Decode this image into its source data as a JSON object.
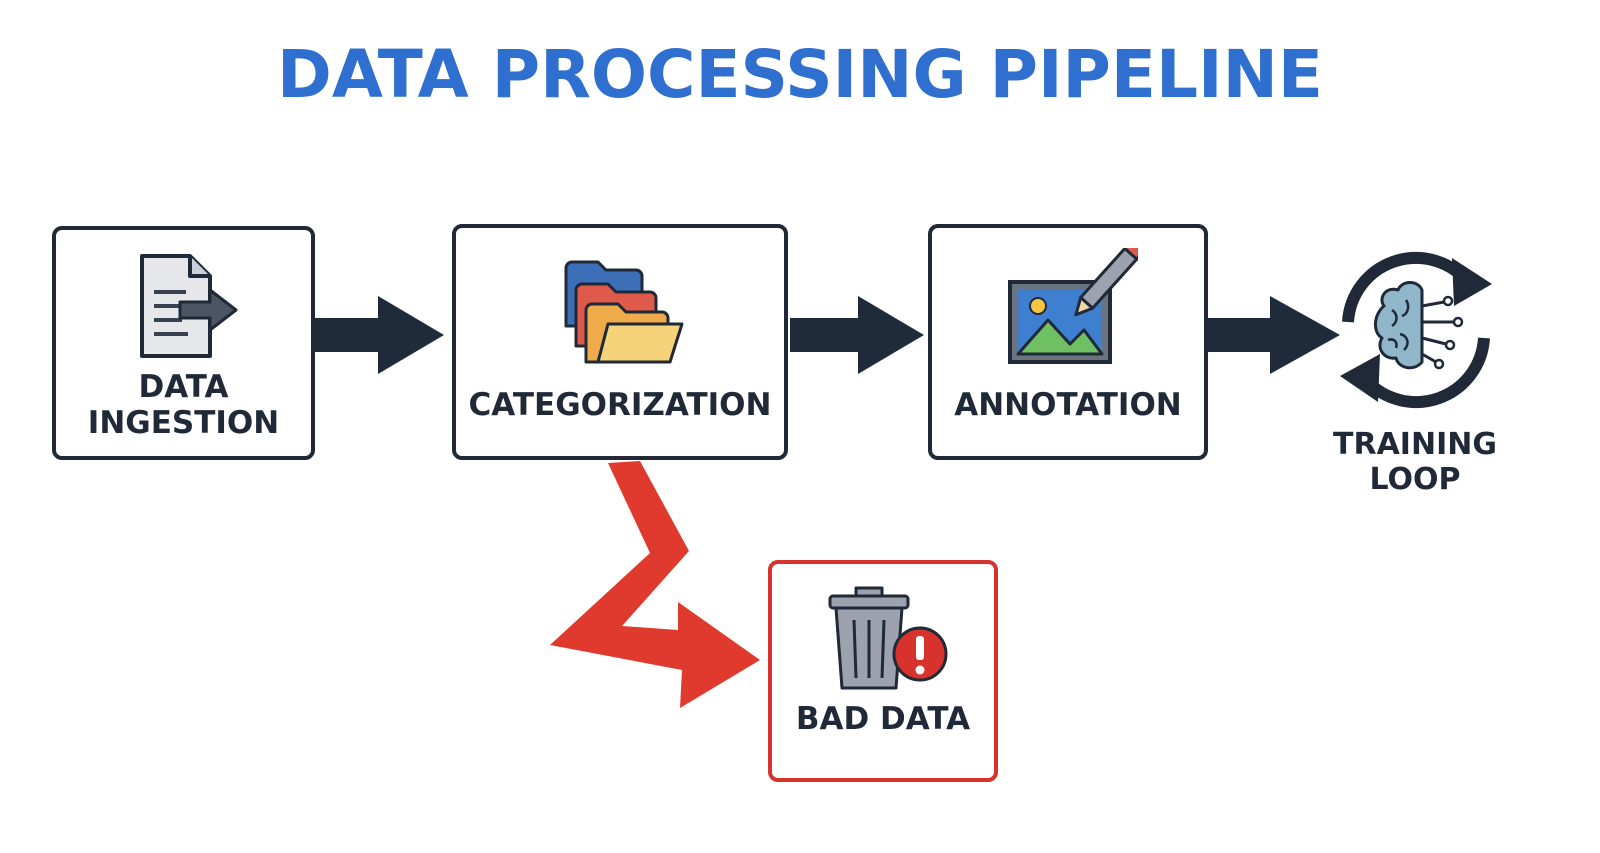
{
  "title": "DATA PROCESSING PIPELINE",
  "nodes": {
    "ingestion": {
      "label": "DATA\nINGESTION",
      "icon": "document-import-icon"
    },
    "categorization": {
      "label": "CATEGORIZATION",
      "icon": "folders-icon"
    },
    "annotation": {
      "label": "ANNOTATION",
      "icon": "image-edit-icon"
    },
    "training": {
      "label": "TRAINING\nLOOP",
      "icon": "brain-cycle-icon"
    },
    "bad_data": {
      "label": "BAD DATA",
      "icon": "trash-warning-icon"
    }
  },
  "colors": {
    "title": "#2f6fcf",
    "node_border": "#1f2937",
    "arrow": "#1f2a3a",
    "reject_arrow": "#e03a2e",
    "bad_border": "#d8322d"
  }
}
